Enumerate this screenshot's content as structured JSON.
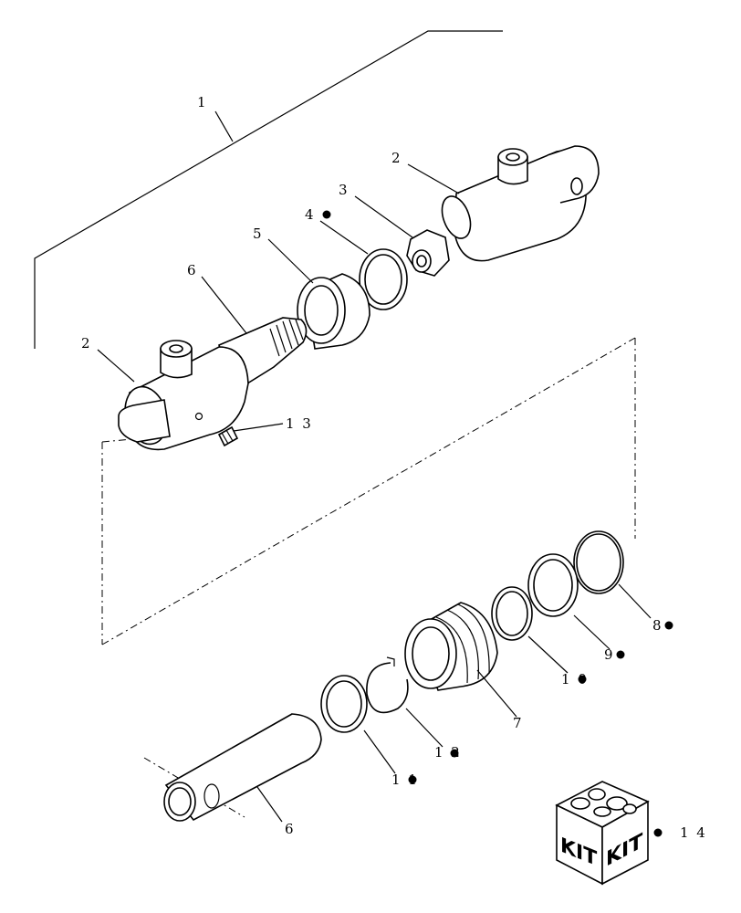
{
  "diagram": {
    "callouts": [
      {
        "id": "c1",
        "label": "1"
      },
      {
        "id": "c2a",
        "label": "2"
      },
      {
        "id": "c2b",
        "label": "2"
      },
      {
        "id": "c3",
        "label": "3"
      },
      {
        "id": "c4",
        "label": "4"
      },
      {
        "id": "c5",
        "label": "5"
      },
      {
        "id": "c6a",
        "label": "6"
      },
      {
        "id": "c6b",
        "label": "6"
      },
      {
        "id": "c7",
        "label": "7"
      },
      {
        "id": "c8",
        "label": "8"
      },
      {
        "id": "c9",
        "label": "9"
      },
      {
        "id": "c10",
        "label": "1 0"
      },
      {
        "id": "c11",
        "label": "1 1"
      },
      {
        "id": "c12",
        "label": "1 2"
      },
      {
        "id": "c13",
        "label": "1 3"
      },
      {
        "id": "c14",
        "label": "1 4"
      }
    ],
    "kit_label_left": "KIT",
    "kit_label_right": "KIT"
  }
}
